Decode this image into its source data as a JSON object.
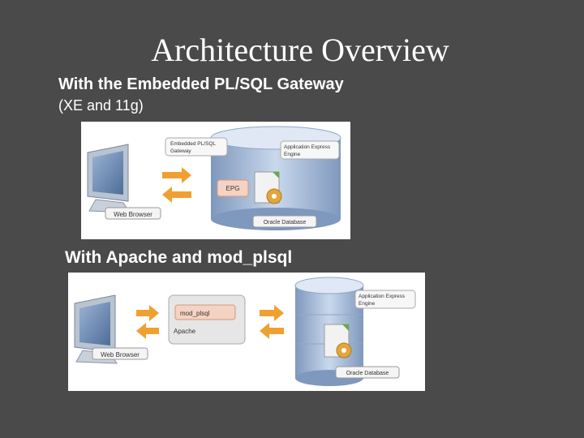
{
  "slide": {
    "title": "Architecture Overview",
    "section1": {
      "heading": "With the Embedded PL/SQL Gateway",
      "subheading": "(XE and 11g)"
    },
    "section2": {
      "heading": "With Apache and mod_plsql"
    }
  },
  "diagram1": {
    "browser_label": "Web Browser",
    "callout_gateway_line1": "Embedded PL/SQL",
    "callout_gateway_line2": "Gateway",
    "callout_engine_line1": "Application Express",
    "callout_engine_line2": "Engine",
    "epg_label": "EPG",
    "database_label": "Oracle Database"
  },
  "diagram2": {
    "browser_label": "Web Browser",
    "modplsql_label": "mod_plsql",
    "apache_label": "Apache",
    "callout_engine_line1": "Application Express",
    "callout_engine_line2": "Engine",
    "database_label": "Oracle Database"
  },
  "colors": {
    "background": "#4a4a4a",
    "arrow_orange": "#f0a030",
    "db_blue": "#9fb6d6",
    "monitor_blue": "#6e8fb8"
  }
}
